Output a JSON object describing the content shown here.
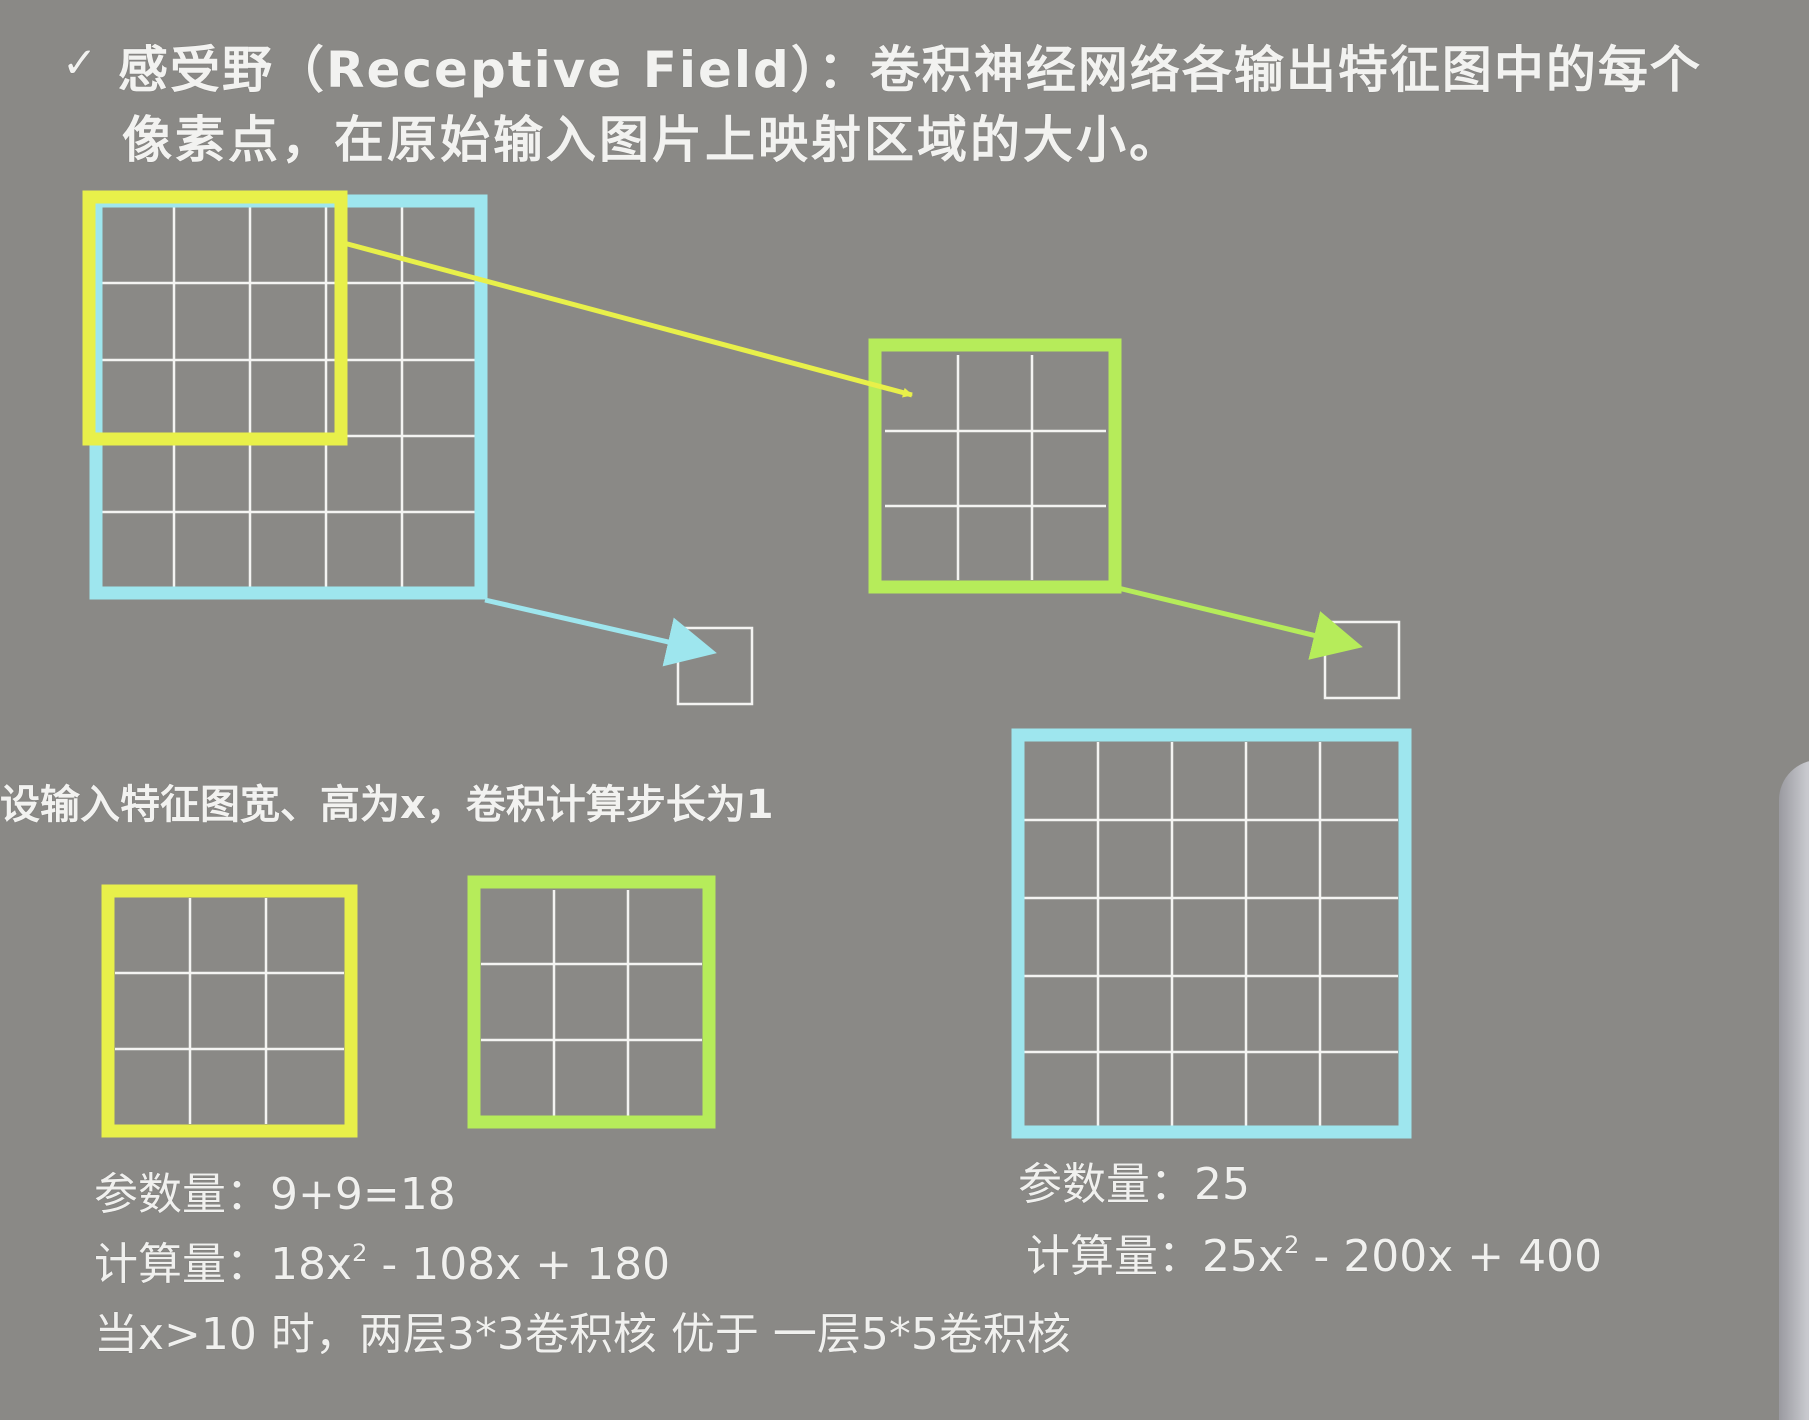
{
  "title": {
    "check": "✓",
    "line1": "感受野（Receptive Field）：卷积神经网络各输出特征图中的每个",
    "line2": "像素点，在原始输入图片上映射区域的大小。"
  },
  "premise": "设输入特征图宽、高为x，卷积计算步长为1",
  "left_stats": {
    "params_label": "参数量：",
    "params_value": "9+9=18",
    "compute_label": "计算量：",
    "compute_pre": "18x",
    "compute_exp": "2",
    "compute_post": " - 108x + 180",
    "conclusion": "当x>10 时，两层3*3卷积核 优于 一层5*5卷积核"
  },
  "right_stats": {
    "params_label": "参数量：",
    "params_value": "25",
    "compute_label": "计算量：",
    "compute_pre": "25x",
    "compute_exp": "2",
    "compute_post": " - 200x + 400"
  },
  "colors": {
    "background": "#8a8986",
    "yellow": "#e8f04a",
    "green": "#b6ec5a",
    "cyan": "#9ee6ee",
    "grid": "#f4f4f2",
    "text": "#f2f2f0"
  }
}
